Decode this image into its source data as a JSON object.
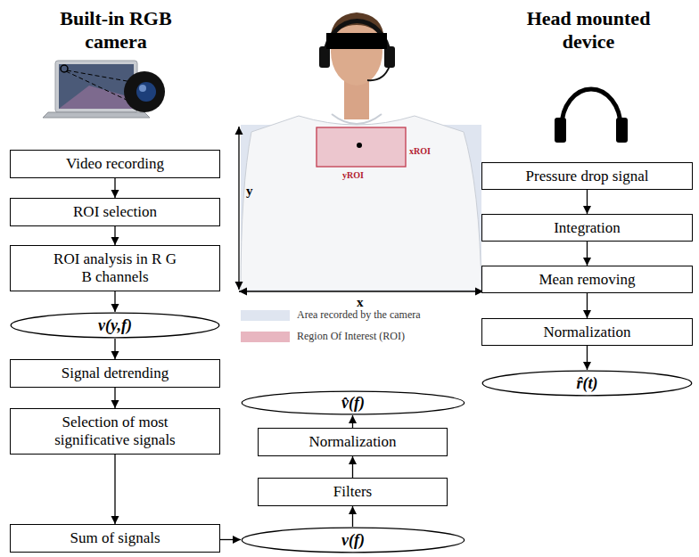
{
  "diagram": {
    "nodes": [
      {
        "text": [
          "Video recording"
        ]
      },
      {
        "text": [
          "ROI selection"
        ]
      },
      {
        "text": [
          "ROI analysis in R G B channels"
        ]
      },
      {
        "text": [
          "v(y,f)"
        ]
      },
      {
        "text": [
          "Signal detrending"
        ]
      },
      {
        "text": [
          "Selection of most significative signals"
        ]
      },
      {
        "text": [
          "Sum of signals"
        ]
      },
      {
        "text": [
          "v(f)"
        ]
      },
      {
        "text": [
          "Filters"
        ]
      },
      {
        "text": [
          "Normalization"
        ]
      },
      {
        "text": [
          "v̂(f)"
        ]
      },
      {
        "text": [
          "Pressure drop signal"
        ]
      },
      {
        "text": [
          "Integration"
        ]
      },
      {
        "text": [
          "Mean removing"
        ]
      },
      {
        "text": [
          "Normalization"
        ]
      },
      {
        "text": [
          "r̂(t)"
        ]
      }
    ],
    "edges": [
      {
        "from": 0,
        "to": 1,
        "arrow": "to"
      },
      {
        "from": 1,
        "to": 2,
        "arrow": "to"
      },
      {
        "from": 2,
        "to": 3,
        "arrow": "to"
      },
      {
        "from": 3,
        "to": 4,
        "arrow": "to"
      },
      {
        "from": 4,
        "to": 5,
        "arrow": "to"
      },
      {
        "from": 5,
        "to": 6,
        "arrow": "to"
      },
      {
        "from": 6,
        "to": 7,
        "arrow": "to"
      },
      {
        "from": 7,
        "to": 8,
        "arrow": "to"
      },
      {
        "from": 8,
        "to": 9,
        "arrow": "to"
      },
      {
        "from": 9,
        "to": 10,
        "arrow": "to"
      },
      {
        "from": 11,
        "to": 12,
        "arrow": "to"
      },
      {
        "from": 12,
        "to": 13,
        "arrow": "to"
      },
      {
        "from": 13,
        "to": 14,
        "arrow": "to"
      },
      {
        "from": 14,
        "to": 15,
        "arrow": "to"
      }
    ],
    "labels": [
      "Built-in RGB camera",
      "Head mounted device",
      "xROI",
      "yROI",
      "x",
      "y"
    ],
    "legend": [
      {
        "text": "Area recorded by the camera",
        "color": "#dfe5f0"
      },
      {
        "text": "Region Of Interest (ROI)",
        "color": "#e8b6c0"
      }
    ]
  }
}
